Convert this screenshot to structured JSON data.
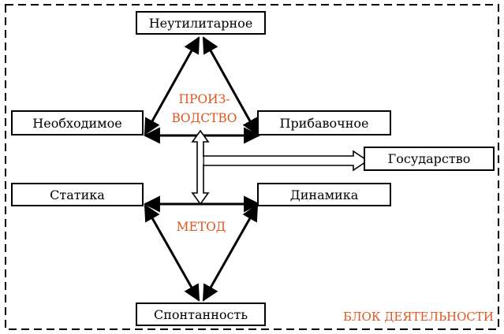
{
  "boxes": {
    "neutilitarnoe": "Неутилитарное",
    "neobhodimoe": "Необходимое",
    "pribavochnoe": "Прибавочное",
    "gosudarstvo": "Государство",
    "statika": "Статика",
    "dinamika": "Динамика",
    "spontannost": "Спонтанность"
  },
  "labels": {
    "proizvodstvo_line1": "ПРОИЗ-",
    "proizvodstvo_line2": "ВОДСТВО",
    "metod": "МЕТОД",
    "blok": "БЛОК ДЕЯТЕЛЬНОСТИ"
  },
  "colors": {
    "accent": "#e0561f",
    "border": "#000000"
  }
}
